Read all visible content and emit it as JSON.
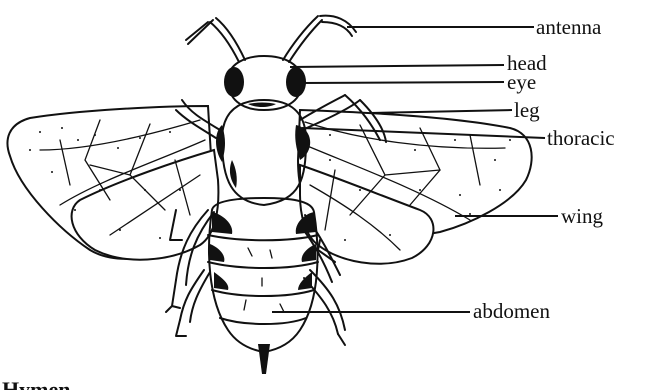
{
  "diagram": {
    "labels": {
      "antenna": "antenna",
      "head": "head",
      "eye": "eye",
      "leg": "leg",
      "thoracic": "thoracic",
      "wing": "wing",
      "abdomen": "abdomen"
    },
    "caption": "Hymen"
  }
}
